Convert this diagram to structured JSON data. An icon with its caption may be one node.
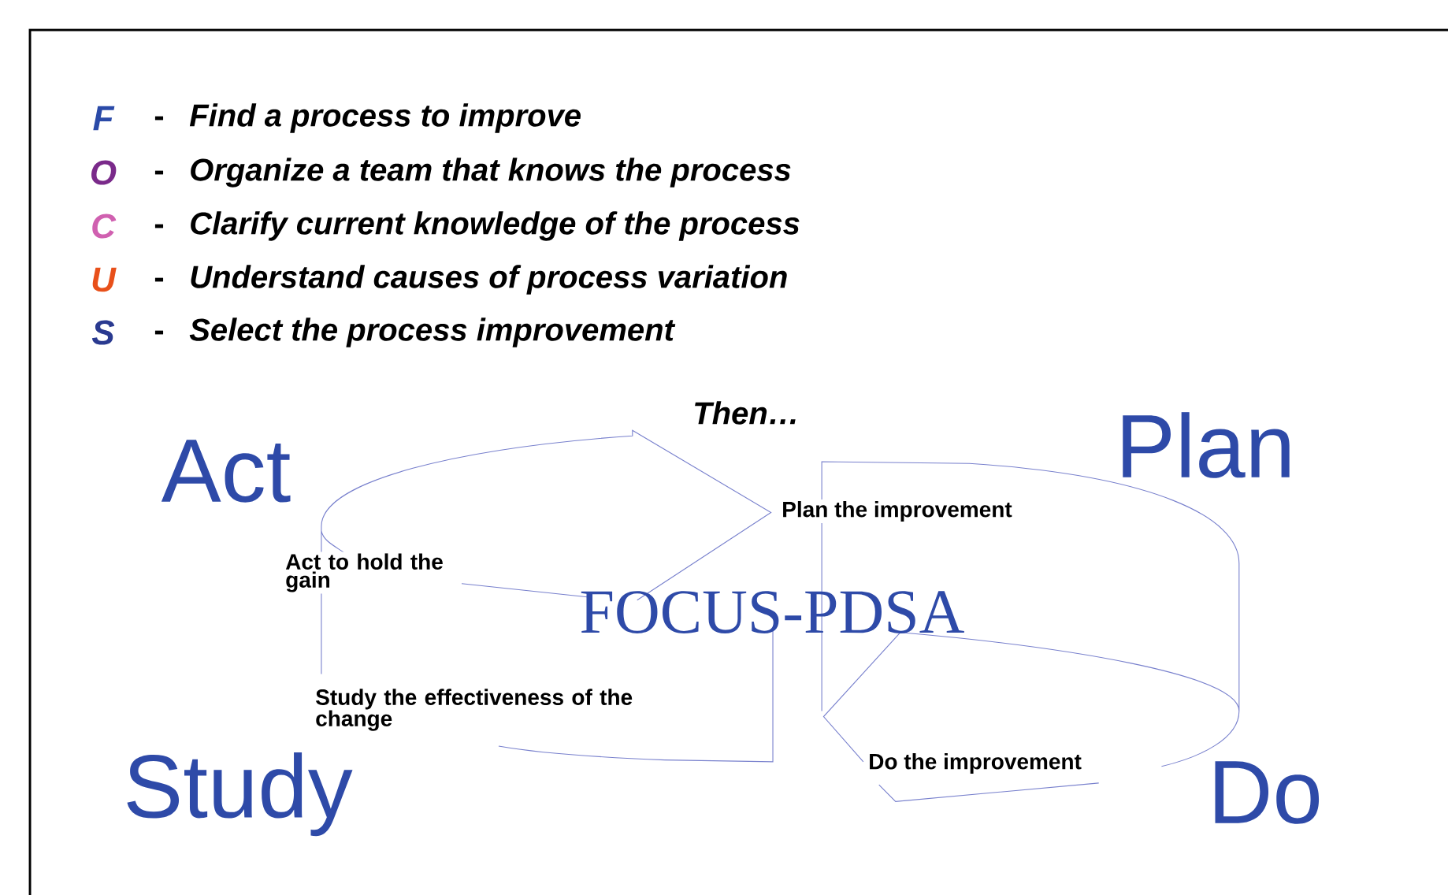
{
  "diagram": {
    "labels": [
      "F",
      "-",
      "Find a process to improve",
      "O",
      "-",
      "Organize a team that knows the process",
      "C",
      "-",
      "Clarify current knowledge of the process",
      "U",
      "-",
      "Understand causes of process variation",
      "S",
      "-",
      "Select the process improvement",
      "Then…",
      "Plan",
      "Act",
      "Plan the improvement",
      "Act to hold the gain",
      "FOCUS-PDSA",
      "Study the effectiveness of the change",
      "Do the improvement",
      "Study",
      "Do"
    ]
  }
}
